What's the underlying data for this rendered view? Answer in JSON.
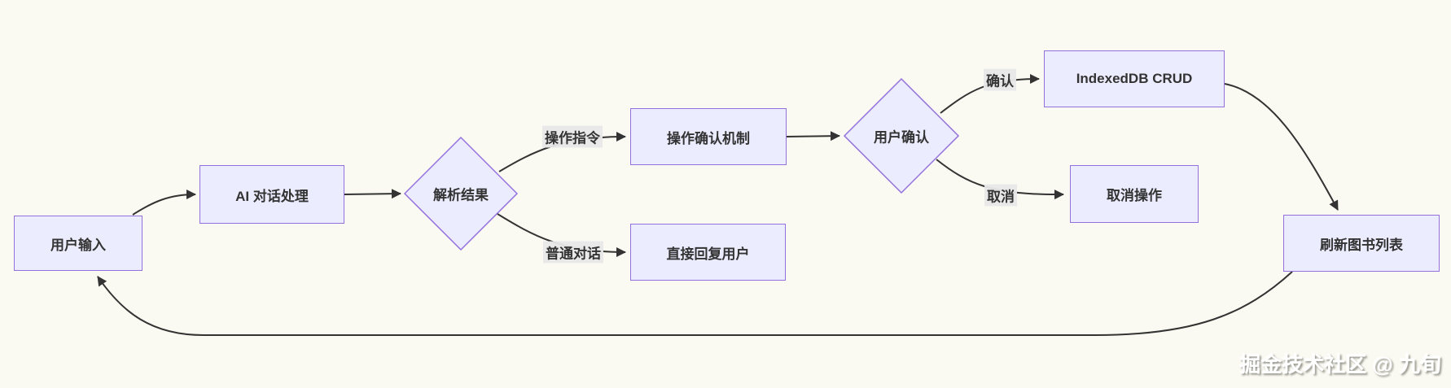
{
  "diagram": {
    "type": "flowchart",
    "colors": {
      "background": "#fafaf2",
      "node_fill": "#ececff",
      "node_border": "#9370db",
      "edge_stroke": "#333333",
      "edge_label_bg": "#e8e8e8",
      "text": "#333333"
    }
  },
  "nodes": {
    "user_input": {
      "label": "用户输入",
      "shape": "rect"
    },
    "ai_process": {
      "label": "AI 对话处理",
      "shape": "rect"
    },
    "parse_result": {
      "label": "解析结果",
      "shape": "diamond"
    },
    "op_confirm": {
      "label": "操作确认机制",
      "shape": "rect"
    },
    "direct_reply": {
      "label": "直接回复用户",
      "shape": "rect"
    },
    "user_confirm": {
      "label": "用户确认",
      "shape": "diamond"
    },
    "indexeddb_crud": {
      "label": "IndexedDB CRUD",
      "shape": "rect"
    },
    "cancel_op": {
      "label": "取消操作",
      "shape": "rect"
    },
    "refresh_list": {
      "label": "刷新图书列表",
      "shape": "rect"
    }
  },
  "edge_labels": {
    "op_instruction": "操作指令",
    "normal_chat": "普通对话",
    "confirm": "确认",
    "cancel": "取消"
  },
  "edges": [
    {
      "from": "用户输入",
      "to": "AI 对话处理",
      "label": ""
    },
    {
      "from": "AI 对话处理",
      "to": "解析结果",
      "label": ""
    },
    {
      "from": "解析结果",
      "to": "操作确认机制",
      "label": "操作指令"
    },
    {
      "from": "解析结果",
      "to": "直接回复用户",
      "label": "普通对话"
    },
    {
      "from": "操作确认机制",
      "to": "用户确认",
      "label": ""
    },
    {
      "from": "用户确认",
      "to": "IndexedDB CRUD",
      "label": "确认"
    },
    {
      "from": "用户确认",
      "to": "取消操作",
      "label": "取消"
    },
    {
      "from": "IndexedDB CRUD",
      "to": "刷新图书列表",
      "label": ""
    },
    {
      "from": "刷新图书列表",
      "to": "用户输入",
      "label": ""
    }
  ],
  "watermark": "掘金技术社区 @ 九旬"
}
